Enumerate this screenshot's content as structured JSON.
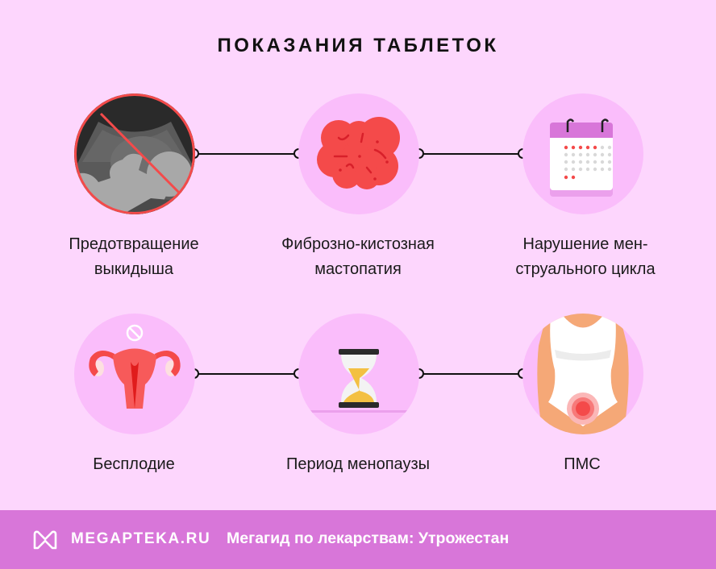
{
  "header": {
    "title": "ПОКАЗАНИЯ ТАБЛЕТОК"
  },
  "indications": [
    {
      "label_line1": "Предотвращение",
      "label_line2": "выкидыша",
      "icon": "ultrasound-crossed-icon"
    },
    {
      "label_line1": "Фиброзно-кистозная",
      "label_line2": "мастопатия",
      "icon": "fibrous-tissue-icon"
    },
    {
      "label_line1": "Нарушение мен-",
      "label_line2": "струального цикла",
      "icon": "calendar-icon"
    },
    {
      "label_line1": "Бесплодие",
      "label_line2": "",
      "icon": "uterus-prohibited-icon"
    },
    {
      "label_line1": "Период менопаузы",
      "label_line2": "",
      "icon": "hourglass-icon"
    },
    {
      "label_line1": "ПМС",
      "label_line2": "",
      "icon": "body-pain-icon"
    }
  ],
  "footer": {
    "brand": "MEGAPTEKA.RU",
    "subtitle": "Мегагид по лекарствам: Утрожестан"
  },
  "colors": {
    "background": "#fdd6fd",
    "circle": "#fabdfb",
    "footer": "#d876d9",
    "accent_red": "#f44a4a"
  }
}
